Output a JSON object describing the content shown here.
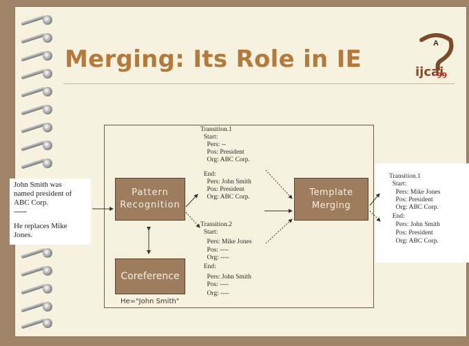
{
  "slide": {
    "title": "Merging: Its Role in IE",
    "logo": {
      "top": "A",
      "text": "ijcai",
      "sub": "99"
    }
  },
  "input_text": {
    "lines": [
      "John Smith was",
      "named president of",
      "ABC Corp.",
      "..................",
      "He replaces Mike",
      "Jones."
    ]
  },
  "boxes": {
    "pattern": [
      "Pattern",
      "Recognition"
    ],
    "template": [
      "Template",
      "Merging"
    ],
    "coreference": "Coreference"
  },
  "coref_note": "He=\"John Smith\"",
  "transition1": {
    "lines": [
      "Transition.1",
      "  Start:",
      "    Pers: --",
      "    Pos: President",
      "    Org: ABC Corp.",
      "  End:",
      "    Pers: John Smith",
      "    Pos: President",
      "    Org: ABC Corp."
    ]
  },
  "transition2": {
    "lines": [
      "Transition.2",
      "  Start:",
      "    Pers: Mike Jones",
      "    Pos: ----",
      "    Org: ----",
      "  End:",
      "    Pers: John Smith",
      "    Pos: ----",
      "    Org: ----"
    ]
  },
  "output": {
    "lines": [
      "Transition.1",
      "  Start:",
      "    Pers: Mike Jones",
      "    Pos: President",
      "    Org: ABC Corp.",
      "  End:",
      "    Pers: John Smith",
      "    Pos: President",
      "    Org: ABC Corp."
    ]
  },
  "colors": {
    "background": "#a08468",
    "paper": "#f7f1df",
    "title": "#b47a3c",
    "box_fill": "#9e7c5e",
    "box_text": "#f8f0e0"
  }
}
